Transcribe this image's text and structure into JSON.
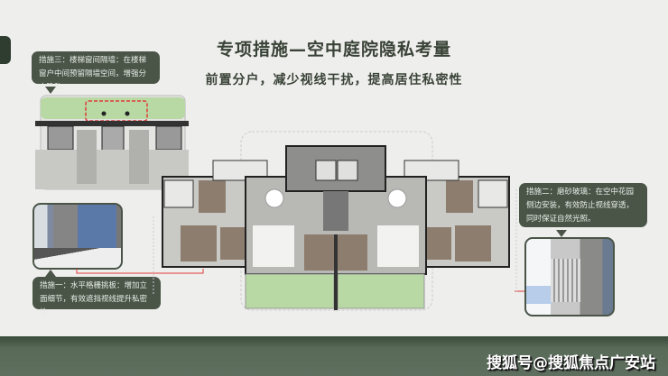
{
  "header": {
    "title": "专项措施—空中庭院隐私考量",
    "subtitle": "前置分户，减少视线干扰，提高居住私密性"
  },
  "callouts": {
    "measure_three": "措施三：楼梯窗间隔墙：在楼梯窗户中间预留隔墙空间，增强分户隐私。",
    "measure_one": "措施一：水平格栅挑板：增加立面细节，有效遮挡视线提升私密性。",
    "measure_two": "措施二：磨砂玻璃：在空中花园侧边安装，有效防止视线穿透，同时保证自然光照。"
  },
  "footer": {
    "watermark": "搜狐号@搜狐焦点广安站"
  },
  "colors": {
    "accent": "#4a5548",
    "garden": "#b8d8a4",
    "highlight": "#e03a3a"
  }
}
